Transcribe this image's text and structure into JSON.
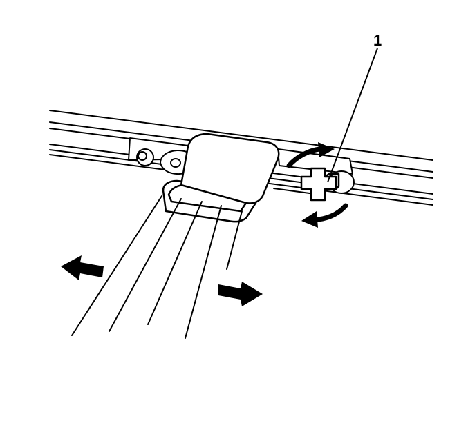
{
  "diagram": {
    "callouts": [
      {
        "id": "1",
        "label": "1",
        "target": "retaining-clip"
      }
    ],
    "arrows": [
      {
        "name": "arrow-left",
        "meaning": "slide-left"
      },
      {
        "name": "arrow-right",
        "meaning": "slide-right"
      },
      {
        "name": "arrow-rotate-clockwise",
        "meaning": "rotate"
      },
      {
        "name": "arrow-rotate-counterclockwise",
        "meaning": "rotate"
      }
    ],
    "colors": {
      "line": "#000000",
      "fill": "#ffffff"
    }
  }
}
